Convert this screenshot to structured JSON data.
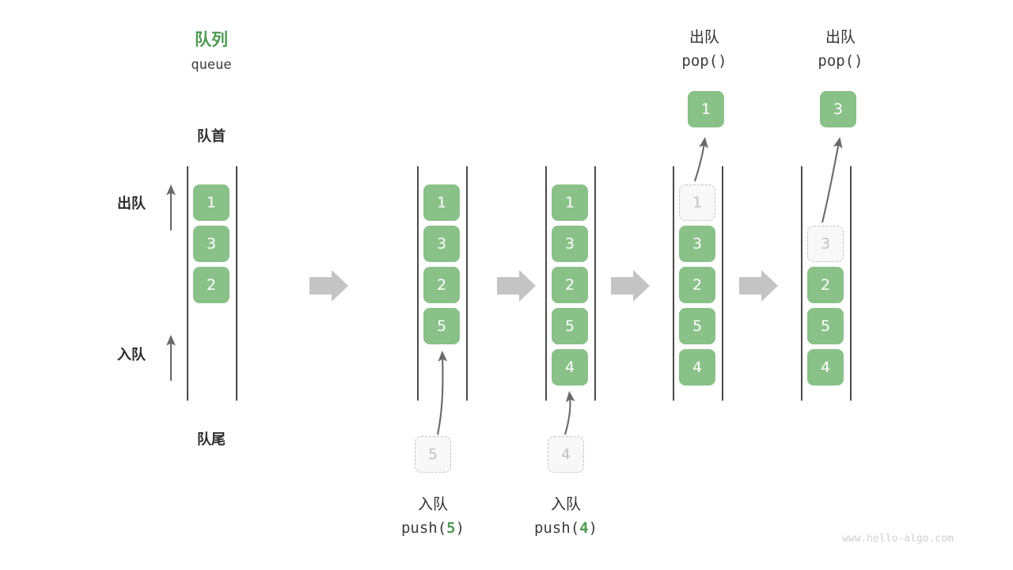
{
  "diagram": {
    "title_cn": "队列",
    "title_en": "queue",
    "front_label": "队首",
    "rear_label": "队尾",
    "dequeue_label": "出队",
    "enqueue_label": "入队",
    "watermark": "www.hello-algo.com",
    "accent_color": "#4e9a51",
    "cell_color": "#8ac189",
    "ghost_color": "#c2c2c2",
    "arrow_color": "#c4c4c4"
  },
  "columns": [
    {
      "id": "initial",
      "header_cn": "",
      "header_en": "",
      "cells": [
        {
          "value": "1",
          "state": "filled"
        },
        {
          "value": "3",
          "state": "filled"
        },
        {
          "value": "2",
          "state": "filled"
        }
      ],
      "floating": null,
      "caption_cn": "",
      "caption_en": "",
      "caption_arg": ""
    },
    {
      "id": "push-5",
      "header_cn": "",
      "header_en": "",
      "cells": [
        {
          "value": "1",
          "state": "filled"
        },
        {
          "value": "3",
          "state": "filled"
        },
        {
          "value": "2",
          "state": "filled"
        },
        {
          "value": "5",
          "state": "filled"
        }
      ],
      "floating": {
        "value": "5",
        "state": "ghost",
        "position": "bottom"
      },
      "caption_cn": "入队",
      "caption_en_prefix": "push(",
      "caption_arg": "5",
      "caption_en_suffix": ")"
    },
    {
      "id": "push-4",
      "header_cn": "",
      "header_en": "",
      "cells": [
        {
          "value": "1",
          "state": "filled"
        },
        {
          "value": "3",
          "state": "filled"
        },
        {
          "value": "2",
          "state": "filled"
        },
        {
          "value": "5",
          "state": "filled"
        },
        {
          "value": "4",
          "state": "filled"
        }
      ],
      "floating": {
        "value": "4",
        "state": "ghost",
        "position": "bottom"
      },
      "caption_cn": "入队",
      "caption_en_prefix": "push(",
      "caption_arg": "4",
      "caption_en_suffix": ")"
    },
    {
      "id": "pop-1",
      "header_cn": "出队",
      "header_en": "pop()",
      "cells": [
        {
          "value": "1",
          "state": "ghost"
        },
        {
          "value": "3",
          "state": "filled"
        },
        {
          "value": "2",
          "state": "filled"
        },
        {
          "value": "5",
          "state": "filled"
        },
        {
          "value": "4",
          "state": "filled"
        }
      ],
      "floating": {
        "value": "1",
        "state": "filled",
        "position": "top"
      },
      "caption_cn": "",
      "caption_en": "",
      "caption_arg": ""
    },
    {
      "id": "pop-3",
      "header_cn": "出队",
      "header_en": "pop()",
      "cells": [
        {
          "value": "3",
          "state": "ghost"
        },
        {
          "value": "2",
          "state": "filled"
        },
        {
          "value": "5",
          "state": "filled"
        },
        {
          "value": "4",
          "state": "filled"
        }
      ],
      "floating": {
        "value": "3",
        "state": "filled",
        "position": "top"
      },
      "caption_cn": "",
      "caption_en": "",
      "caption_arg": ""
    }
  ]
}
